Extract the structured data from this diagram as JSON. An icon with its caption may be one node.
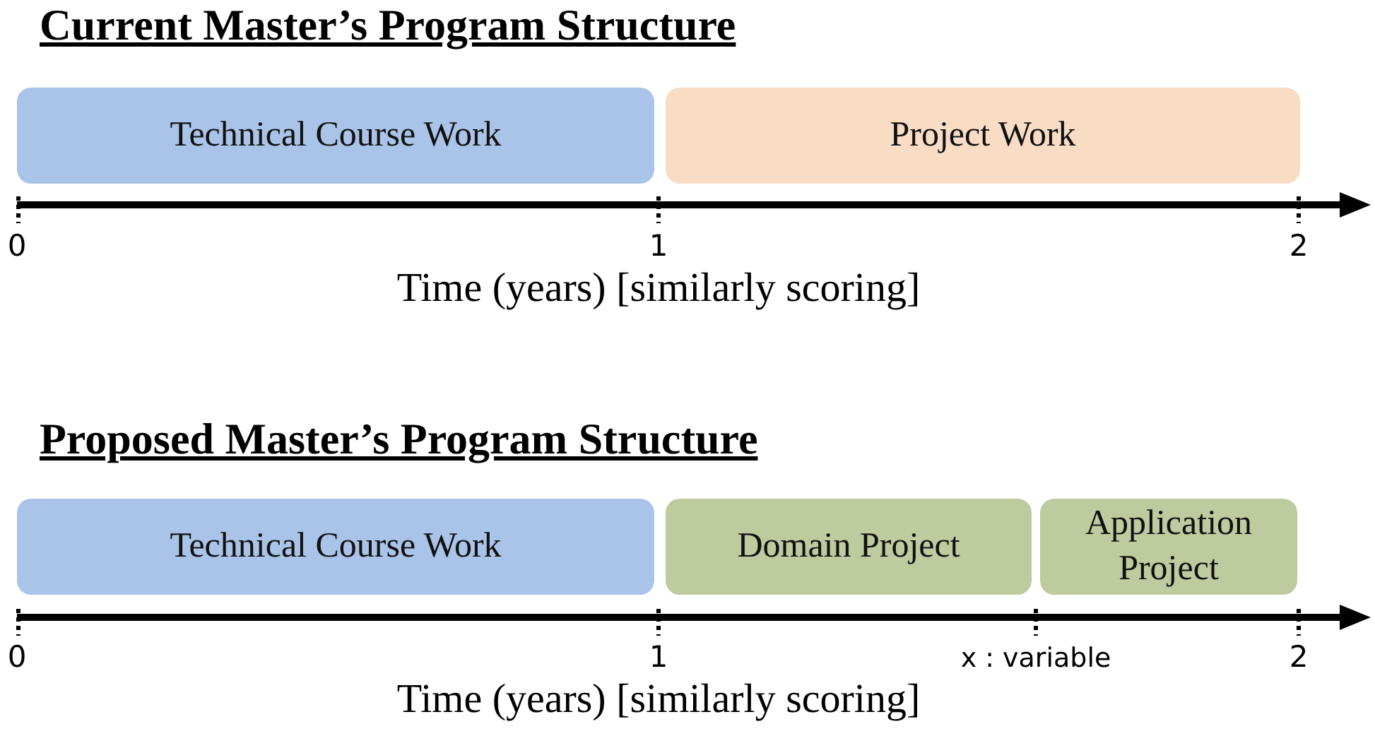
{
  "diagram": {
    "nodes": [
      {
        "text": [
          "Technical Course Work"
        ]
      },
      {
        "text": [
          "Project Work"
        ]
      },
      {
        "text": [
          "Technical Course Work"
        ]
      },
      {
        "text": [
          "Domain Project"
        ]
      },
      {
        "text": [
          "Application Project"
        ]
      }
    ],
    "labels": [
      "Current Master’s Program Structure",
      "0",
      "1",
      "2",
      "Time (years) [similarly scoring]",
      "Proposed Master’s Program Structure",
      "0",
      "1",
      "x : variable",
      "2",
      "Time (years) [similarly scoring]"
    ]
  }
}
